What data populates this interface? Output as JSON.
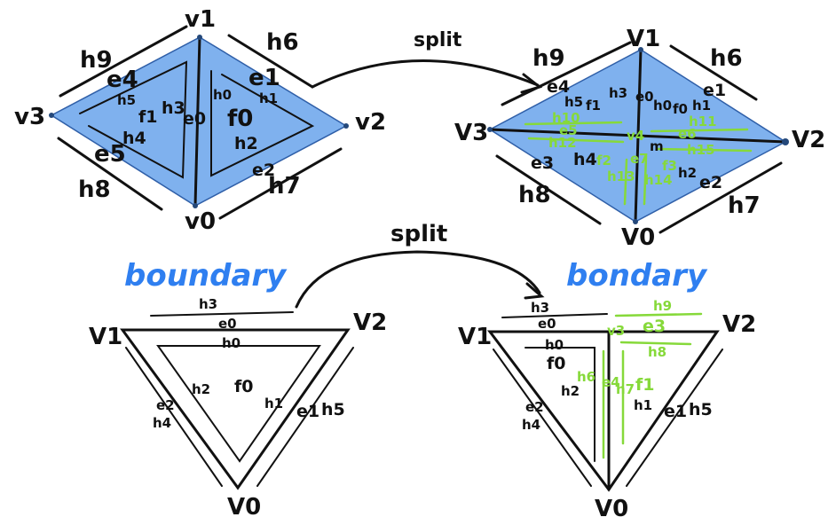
{
  "top_left": {
    "vertices": [
      "v1",
      "v2",
      "v3",
      "v0"
    ],
    "edges": [
      "e0",
      "e1",
      "e2",
      "e4",
      "e5"
    ],
    "faces": [
      "f0",
      "f1"
    ],
    "halfedges": [
      "h0",
      "h1",
      "h2",
      "h3",
      "h4",
      "h5",
      "h6",
      "h7",
      "h8",
      "h9"
    ]
  },
  "split_top": "split",
  "top_right": {
    "vertices": [
      "V1",
      "V2",
      "V3",
      "V0",
      "m"
    ],
    "labels": [
      "h9",
      "h6",
      "e4",
      "e1",
      "h5",
      "h3",
      "e0",
      "h0",
      "f0",
      "h1",
      "f1",
      "e3",
      "h4",
      "h2",
      "e2",
      "h8",
      "h7"
    ],
    "green_labels": [
      "h10",
      "e5",
      "h12",
      "h11",
      "e6",
      "h15",
      "v4",
      "e7",
      "h13",
      "h14",
      "f2",
      "f3"
    ]
  },
  "split_bottom": "split",
  "bottom_left": {
    "title": "boundary",
    "vertices": [
      "V1",
      "V2",
      "V0"
    ],
    "labels": [
      "h3",
      "e0",
      "h0",
      "h2",
      "f0",
      "h1",
      "e2",
      "h4",
      "e1",
      "h5"
    ]
  },
  "bottom_right": {
    "title": "bondary",
    "vertices": [
      "V1",
      "V2",
      "V0"
    ],
    "labels": [
      "h3",
      "e0",
      "h0",
      "f0",
      "h2",
      "e2",
      "h4",
      "h1",
      "e1",
      "h5"
    ],
    "green_labels": [
      "h9",
      "v3",
      "e3",
      "h8",
      "h6",
      "e4",
      "h7",
      "f1"
    ]
  }
}
